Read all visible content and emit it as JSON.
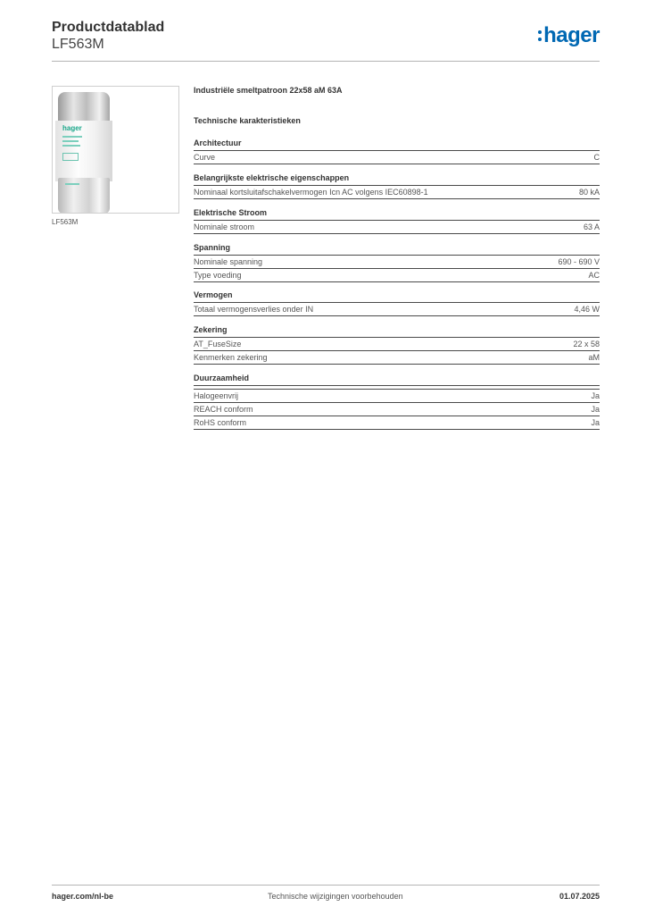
{
  "header": {
    "title": "Productdatablad",
    "subtitle": "LF563M",
    "logo_text": "hager",
    "brand_color": "#0068b3"
  },
  "image": {
    "caption": "LF563M",
    "fuse_logo": "hager"
  },
  "product": {
    "name": "Industriële smeltpatroon 22x58 aM 63A",
    "tech_heading": "Technische karakteristieken"
  },
  "groups": [
    {
      "title": "Architectuur",
      "rows": [
        {
          "label": "Curve",
          "value": "C"
        }
      ]
    },
    {
      "title": "Belangrijkste elektrische eigenschappen",
      "rows": [
        {
          "label": "Nominaal kortsluitafschakelvermogen Icn AC volgens IEC60898-1",
          "value": "80 kA"
        }
      ]
    },
    {
      "title": "Elektrische Stroom",
      "rows": [
        {
          "label": "Nominale stroom",
          "value": "63 A"
        }
      ]
    },
    {
      "title": "Spanning",
      "rows": [
        {
          "label": "Nominale spanning",
          "value": "690 - 690 V"
        },
        {
          "label": "Type voeding",
          "value": "AC"
        }
      ]
    },
    {
      "title": "Vermogen",
      "rows": [
        {
          "label": "Totaal vermogensverlies onder IN",
          "value": "4,46 W"
        }
      ]
    },
    {
      "title": "Zekering",
      "rows": [
        {
          "label": "AT_FuseSize",
          "value": "22 x 58"
        },
        {
          "label": "Kenmerken zekering",
          "value": "aM"
        }
      ]
    },
    {
      "title": "Duurzaamheid",
      "rows": [
        {
          "label": "",
          "value": ""
        },
        {
          "label": "Halogeenvrij",
          "value": "Ja"
        },
        {
          "label": "REACH conform",
          "value": "Ja"
        },
        {
          "label": "RoHS conform",
          "value": "Ja"
        }
      ]
    }
  ],
  "footer": {
    "website": "hager.com/nl-be",
    "notice": "Technische wijzigingen voorbehouden",
    "date": "01.07.2025"
  }
}
